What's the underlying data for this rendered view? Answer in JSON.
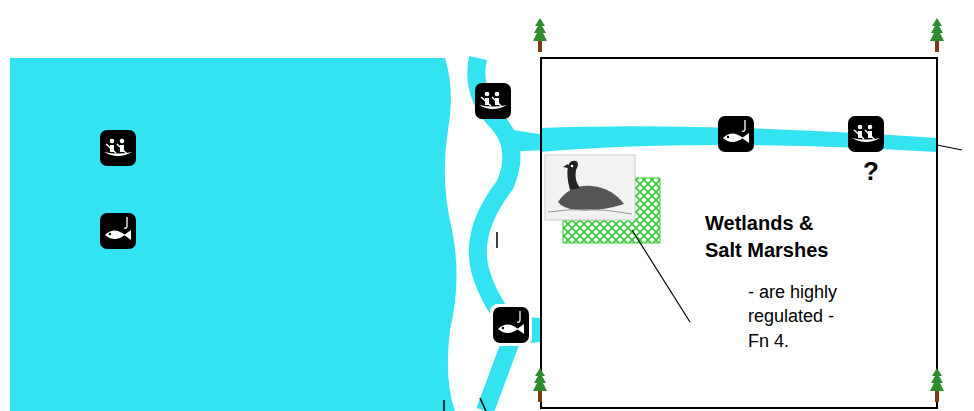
{
  "diagram": {
    "labels": [
      "?",
      "Wetlands & Salt Marshes",
      "- are highly regulated - Fn 4."
    ]
  }
}
